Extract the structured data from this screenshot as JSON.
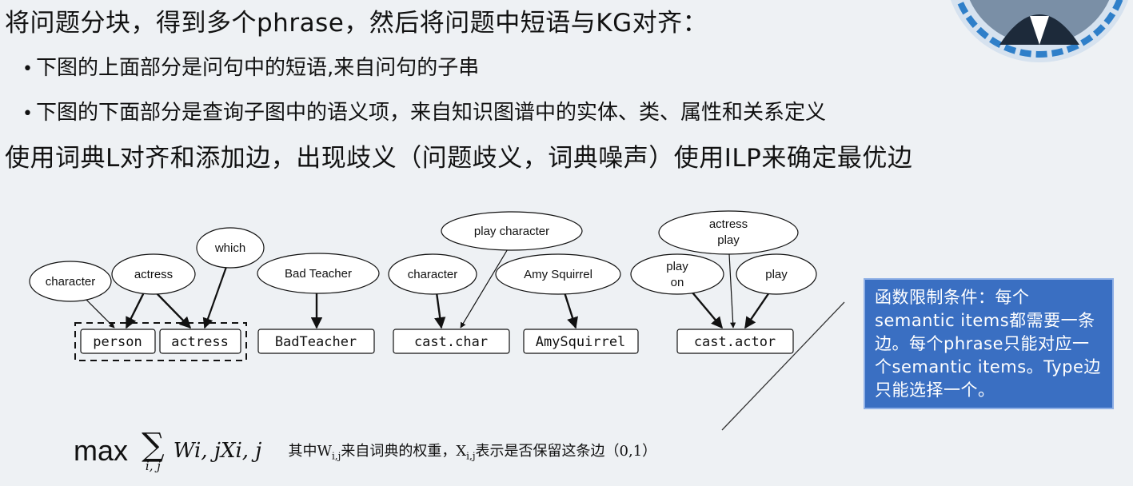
{
  "text": {
    "heading": "将问题分块，得到多个phrase，然后将问题中短语与KG对齐：",
    "bullet_dot": "•",
    "bullet1": "下图的上面部分是问句中的短语,来自问句的子串",
    "bullet2": "下图的下面部分是查询子图中的语义项，来自知识图谱中的实体、类、属性和关系定义",
    "heading2": "使用词典L对齐和添加边，出现歧义（问题歧义，词典噪声）使用ILP来确定最优边"
  },
  "phrases": [
    {
      "key": "p_character1",
      "label": "character"
    },
    {
      "key": "p_actress1",
      "label": "actress"
    },
    {
      "key": "p_which",
      "label": "which"
    },
    {
      "key": "p_badteacher",
      "label": "Bad Teacher"
    },
    {
      "key": "p_character2",
      "label": "character"
    },
    {
      "key": "p_playcharacter",
      "label": "play character"
    },
    {
      "key": "p_amysquirrel",
      "label": "Amy Squirrel"
    },
    {
      "key": "p_playon_1",
      "label": "play"
    },
    {
      "key": "p_playon_2",
      "label": "on"
    },
    {
      "key": "p_actressplay_1",
      "label": "actress"
    },
    {
      "key": "p_actressplay_2",
      "label": "play"
    },
    {
      "key": "p_play",
      "label": "play"
    }
  ],
  "semantic_items": [
    {
      "key": "s_person",
      "label": "person"
    },
    {
      "key": "s_actress",
      "label": "actress"
    },
    {
      "key": "s_badteacher",
      "label": "BadTeacher"
    },
    {
      "key": "s_castchar",
      "label": "cast.char"
    },
    {
      "key": "s_amysquirrel",
      "label": "AmySquirrel"
    },
    {
      "key": "s_castactor",
      "label": "cast.actor"
    }
  ],
  "note": {
    "text": "函数限制条件：每个semantic items都需要一条边。每个phrase只能对应一个semantic items。Type边只能选择一个。",
    "color": "#3a6fc2"
  },
  "formula": {
    "max": "max",
    "sigma": "∑",
    "subscript": "i, j",
    "expression": "Wi, jXi, j",
    "desc_prefix": "其中W",
    "desc_sub1": "i,j",
    "desc_mid": "来自词典的权重，X",
    "desc_sub2": "i,j",
    "desc_suffix": "表示是否保留这条边（0,1）"
  }
}
